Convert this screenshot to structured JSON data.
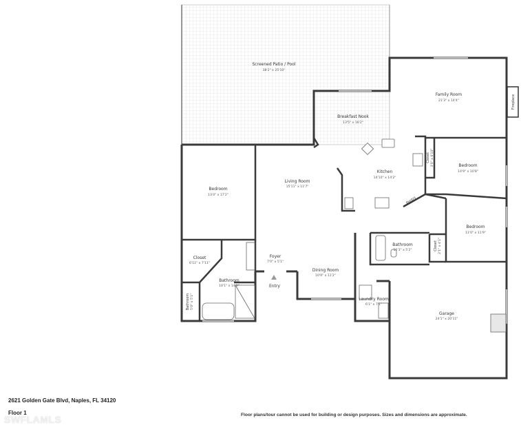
{
  "rooms": {
    "patio": {
      "name": "Screened Patio / Pool",
      "dim": "38'2\" x 25'10\""
    },
    "family": {
      "name": "Family Room",
      "dim": "21'3\" x 14'4\""
    },
    "fireplace": {
      "name": "Fireplace"
    },
    "nook": {
      "name": "Breakfast Nook",
      "dim": "13'5\" x 16'2\""
    },
    "kitchen": {
      "name": "Kitchen",
      "dim": "14'10\" x 14'2\""
    },
    "closet1": {
      "name": "Closet",
      "dim": "3'0\" x 6'10\""
    },
    "bedroom_ne": {
      "name": "Bedroom",
      "dim": "14'9\" x 10'8\""
    },
    "pantry": {
      "name": "Pantry"
    },
    "living": {
      "name": "Living Room",
      "dim": "15'11\" x 11'7\""
    },
    "bedroom_w": {
      "name": "Bedroom",
      "dim": "13'4\" x 17'2\""
    },
    "bedroom_e": {
      "name": "Bedroom",
      "dim": "11'0\" x 11'9\""
    },
    "closet2": {
      "name": "Closet",
      "dim": "2'1\" x 4'1\""
    },
    "bath_c": {
      "name": "Bathroom",
      "dim": "10'3\" x 5'2\""
    },
    "closet_w": {
      "name": "Closet",
      "dim": "6'11\" x 7'11\""
    },
    "foyer": {
      "name": "Foyer",
      "dim": "7'0\" x 5'1\""
    },
    "entry": {
      "name": "Entry"
    },
    "dining": {
      "name": "Dining Room",
      "dim": "10'9\" x 11'2\""
    },
    "bath_w": {
      "name": "Bathroom",
      "dim": "10'1\" x 14'9\""
    },
    "bath_small": {
      "name": "Bathroom",
      "dim": "5'0\" x 5'1\""
    },
    "laundry": {
      "name": "Laundry Room",
      "dim": "6'1\" x 7'1\""
    },
    "garage": {
      "name": "Garage",
      "dim": "24'1\" x 20'11\""
    }
  },
  "footer": {
    "address": "2621 Golden Gate Blvd, Naples, FL 34120",
    "floor": "Floor 1",
    "watermark": "SWFLAMLS",
    "disclaimer": "Floor plans/tour cannot be used for building or design purposes. Sizes and dimensions are approximate."
  }
}
